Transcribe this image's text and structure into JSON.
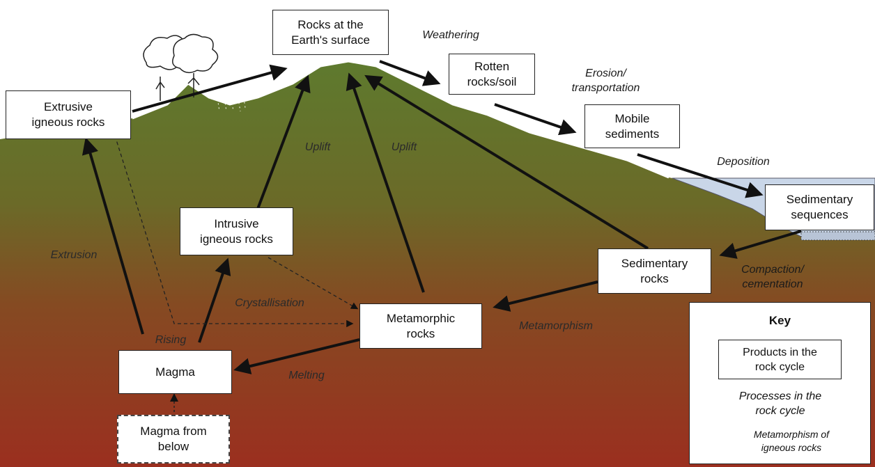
{
  "boxes": {
    "rocks_surface": "Rocks at the\nEarth's surface",
    "rotten_rocks": "Rotten\nrocks/soil",
    "mobile_sediments": "Mobile\nsediments",
    "sedimentary_sequences": "Sedimentary\nsequences",
    "sedimentary_rocks": "Sedimentary\nrocks",
    "metamorphic_rocks": "Metamorphic\nrocks",
    "intrusive_igneous": "Intrusive\nigneous rocks",
    "extrusive_igneous": "Extrusive\nigneous rocks",
    "magma": "Magma",
    "magma_below": "Magma from\nbelow"
  },
  "processes": {
    "weathering": "Weathering",
    "erosion": "Erosion/\ntransportation",
    "deposition": "Deposition",
    "compaction": "Compaction/\ncementation",
    "metamorphism": "Metamorphism",
    "melting": "Melting",
    "crystallisation": "Crystallisation",
    "rising": "Rising",
    "extrusion": "Extrusion",
    "uplift_left": "Uplift",
    "uplift_right": "Uplift"
  },
  "key": {
    "title": "Key",
    "products": "Products in the\nrock cycle",
    "processes": "Processes in the\nrock cycle",
    "metamorphism_igneous": "Metamorphism of\nigneous rocks"
  },
  "colors": {
    "ground_top": "#5e7a2e",
    "ground_mid": "#7a5a22",
    "ground_bottom": "#9b2f1f",
    "water": "#c9d6e8",
    "arrow": "#111111"
  }
}
